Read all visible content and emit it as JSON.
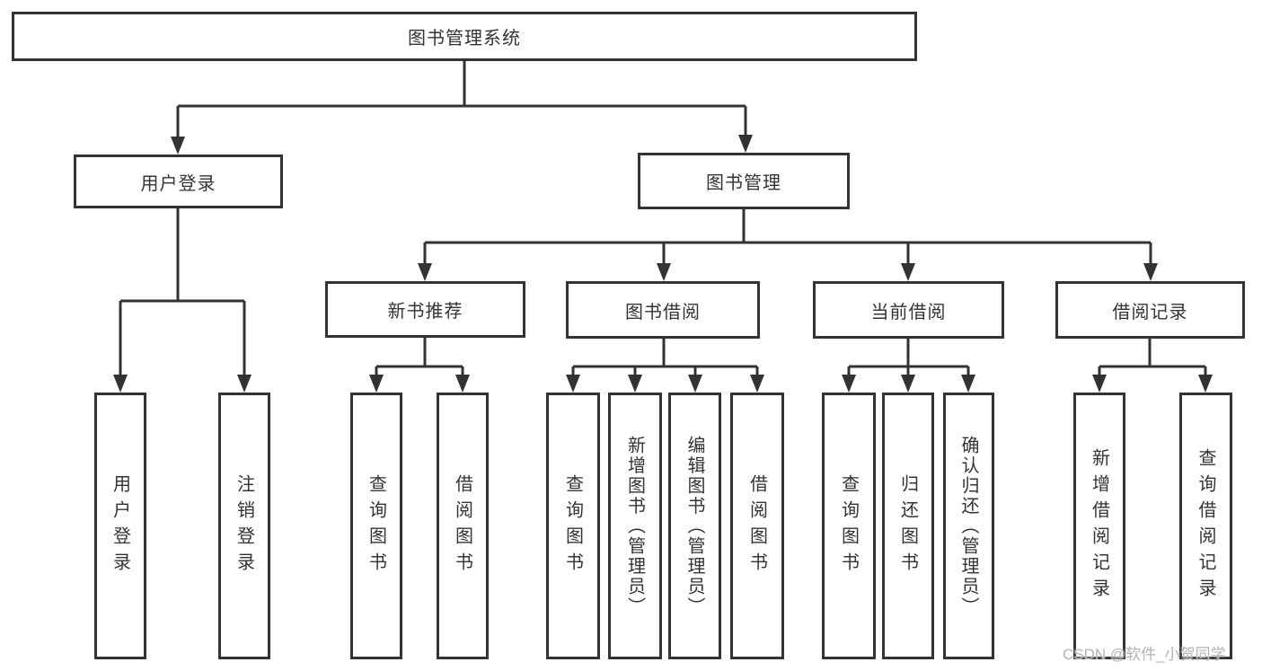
{
  "watermark": "CSDN @软件_小贺同学",
  "colors": {
    "line": "#333333",
    "border": "#333333",
    "text": "#333333",
    "watermark": "#b3b3b3",
    "background": "#ffffff"
  },
  "labels": {
    "root": "图书管理系统",
    "user_login_group": "用户登录",
    "book_management": "图书管理",
    "new_book_recommend": "新书推荐",
    "book_borrowing": "图书借阅",
    "current_borrowing": "当前借阅",
    "borrowing_records": "借阅记录",
    "login": "用户登录",
    "logout": "注销登录",
    "rec_query_books": "查询图书",
    "rec_borrow_books": "借阅图书",
    "bb_query_books": "查询图书",
    "bb_add_books": "新增图书（管理员）",
    "bb_edit_books": "编辑图书（管理员）",
    "bb_borrow_books": "借阅图书",
    "cb_query_books": "查询图书",
    "cb_return_books": "归还图书",
    "cb_confirm_return": "确认归还（管理员）",
    "br_add_record": "新增借阅记录",
    "br_query_record": "查询借阅记录"
  },
  "hierarchy": {
    "root": "图书管理系统",
    "children": [
      {
        "label": "用户登录",
        "children": [
          "用户登录",
          "注销登录"
        ]
      },
      {
        "label": "图书管理",
        "children": [
          {
            "label": "新书推荐",
            "children": [
              "查询图书",
              "借阅图书"
            ]
          },
          {
            "label": "图书借阅",
            "children": [
              "查询图书",
              "新增图书（管理员）",
              "编辑图书（管理员）",
              "借阅图书"
            ]
          },
          {
            "label": "当前借阅",
            "children": [
              "查询图书",
              "归还图书",
              "确认归还（管理员）"
            ]
          },
          {
            "label": "借阅记录",
            "children": [
              "新增借阅记录",
              "查询借阅记录"
            ]
          }
        ]
      }
    ]
  }
}
